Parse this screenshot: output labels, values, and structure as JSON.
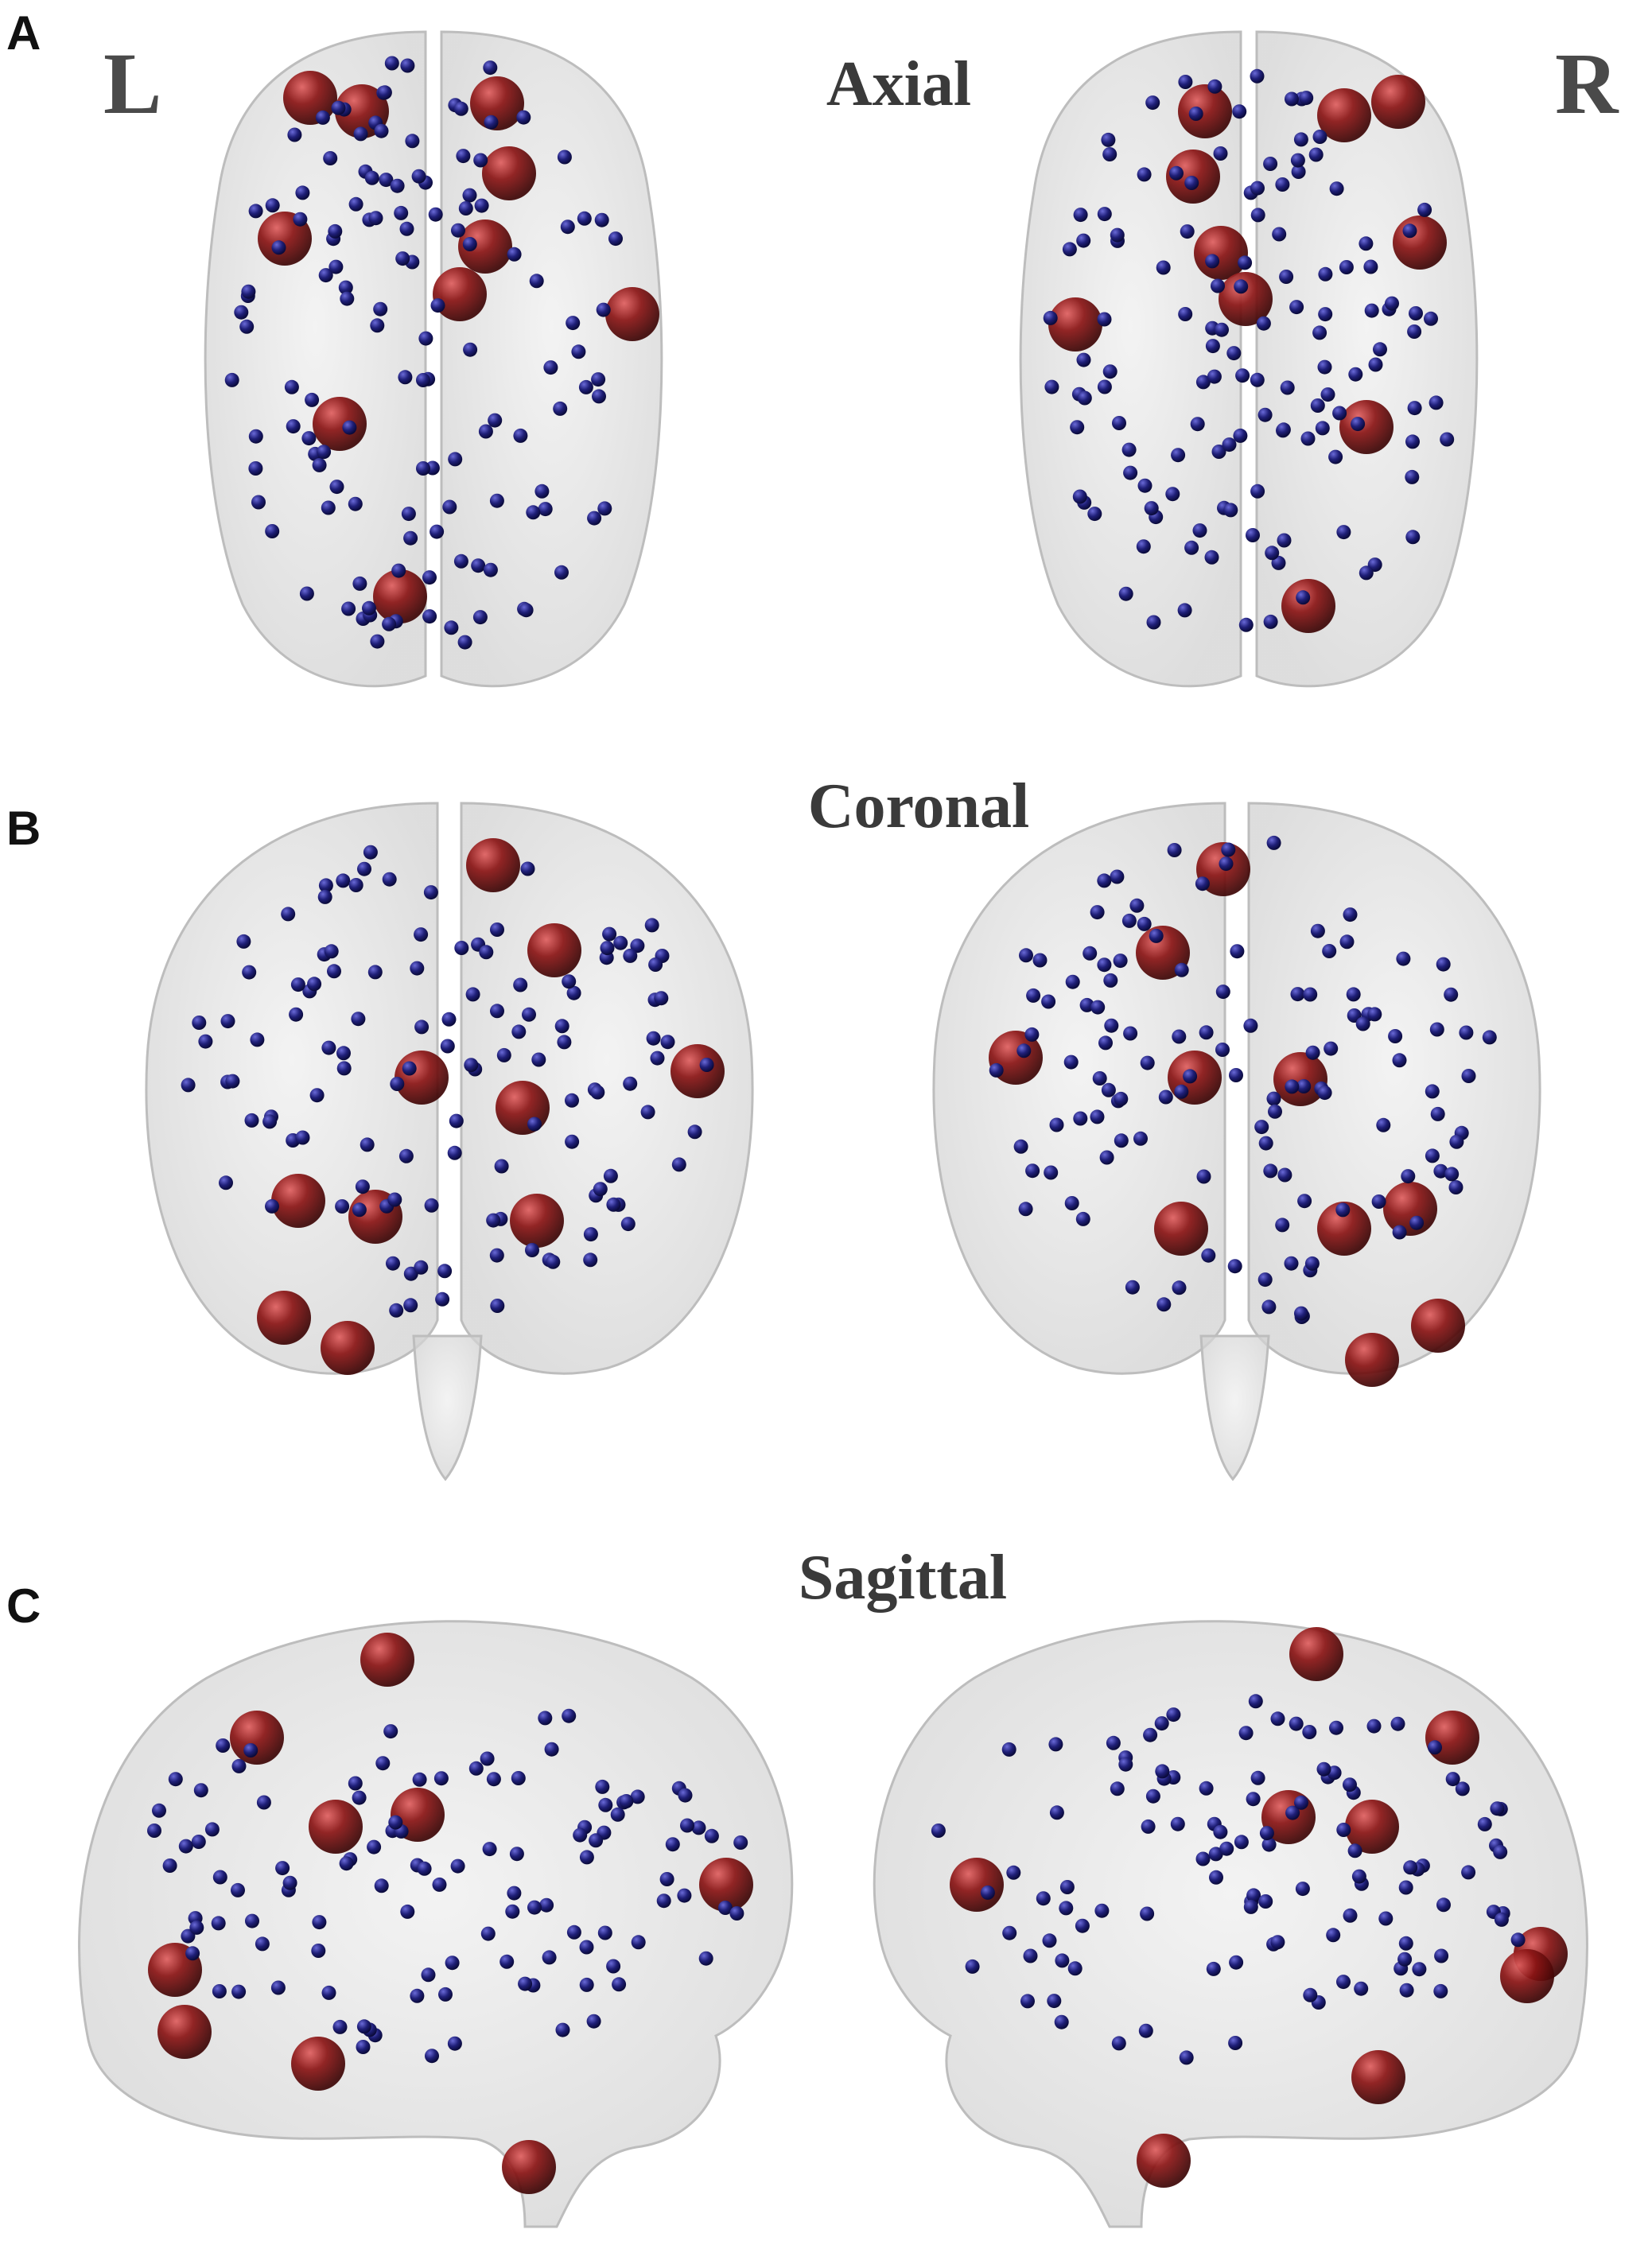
{
  "figure": {
    "panels": [
      {
        "letter": "A",
        "view": "Axial"
      },
      {
        "letter": "B",
        "view": "Coronal"
      },
      {
        "letter": "C",
        "view": "Sagittal"
      }
    ],
    "hemisphere_labels": {
      "left": "L",
      "right": "R"
    }
  },
  "colors": {
    "background": "#ffffff",
    "brain_fill": "#d9d9d9",
    "brain_stroke": "#bdbdbd",
    "hub_node": "#7a0f0f",
    "regular_node": "#1e1e6e"
  }
}
